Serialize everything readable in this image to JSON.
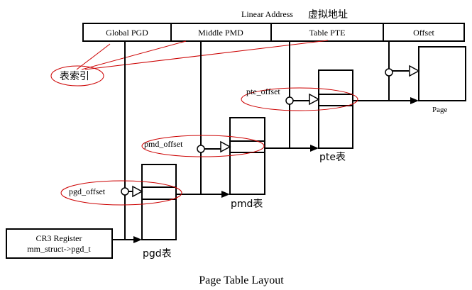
{
  "linear_address": {
    "title": "Linear Address",
    "title_cn": "虚拟地址",
    "fields": [
      {
        "label": "Global PGD"
      },
      {
        "label": "Middle PMD"
      },
      {
        "label": "Table PTE"
      },
      {
        "label": "Offset"
      }
    ]
  },
  "annotations": {
    "index_label": "表索引",
    "pgd_offset": "pgd_offset",
    "pmd_offset": "pmd_offset",
    "pte_offset": "pte_offset"
  },
  "tables": {
    "pgd": "pgd表",
    "pmd": "pmd表",
    "pte": "pte表",
    "page": "Page"
  },
  "register": {
    "line1": "CR3 Register",
    "line2": "mm_struct->pgd_t"
  },
  "caption": "Page Table Layout",
  "colors": {
    "line": "#000000",
    "annotation": "#cc0000"
  }
}
